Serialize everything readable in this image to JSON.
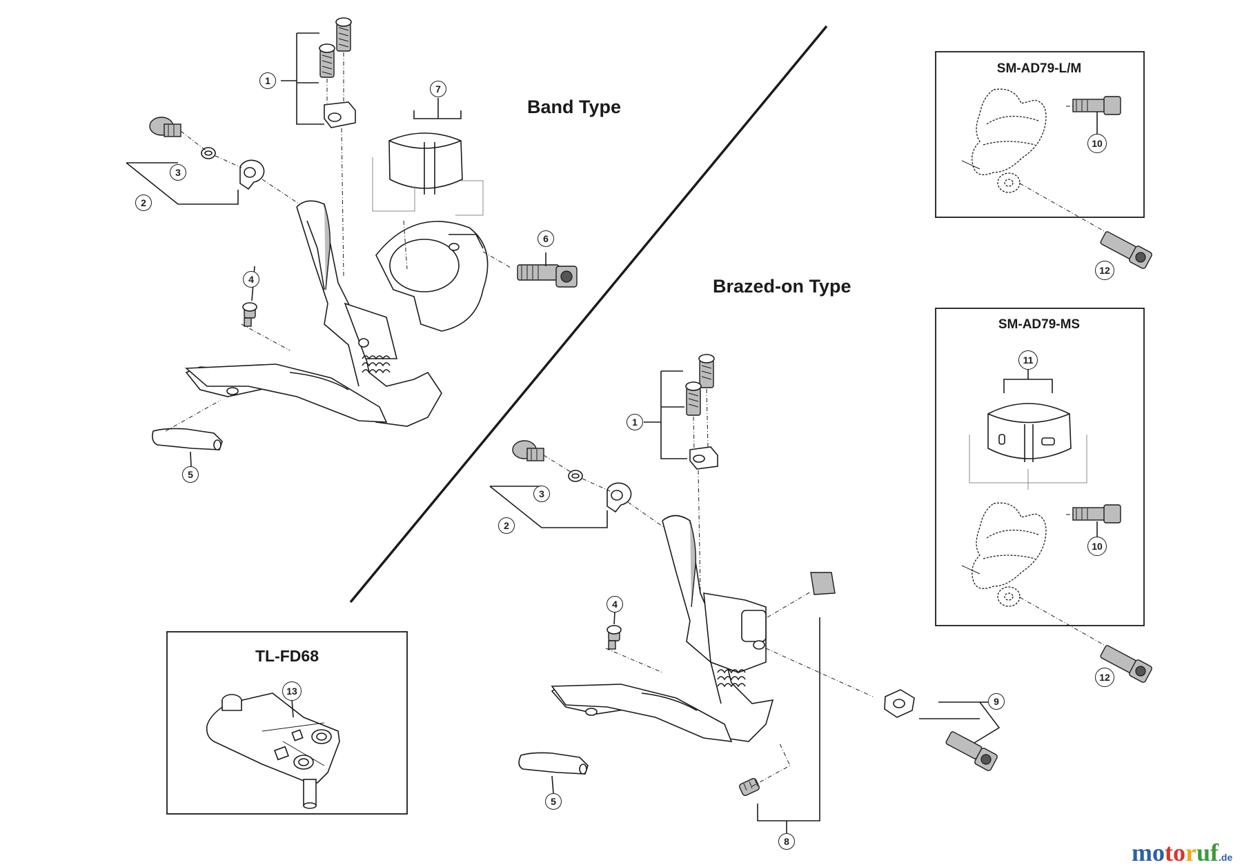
{
  "headings": {
    "band_type": "Band Type",
    "brazed_type": "Brazed-on Type"
  },
  "boxes": {
    "lm_title": "SM-AD79-L/M",
    "ms_title": "SM-AD79-MS",
    "tool_title": "TL-FD68"
  },
  "callouts": {
    "band": {
      "c1": "1",
      "c2": "2",
      "c3": "3",
      "c4": "4",
      "c5": "5",
      "c6": "6",
      "c7": "7"
    },
    "brazed": {
      "c1": "1",
      "c2": "2",
      "c3": "3",
      "c4": "4",
      "c5": "5",
      "c8": "8",
      "c9": "9"
    },
    "lm": {
      "c10": "10",
      "c12": "12"
    },
    "ms": {
      "c11": "11",
      "c10": "10",
      "c12": "12"
    },
    "tool": {
      "c13": "13"
    }
  },
  "watermark": {
    "part1": "mo",
    "part2": "to",
    "part3": "r",
    "part4": "uf",
    "tld": ".de"
  },
  "colors": {
    "line": "#1a1a1a",
    "part_fill": "#ffffff",
    "shade": "#bdbdbd"
  }
}
